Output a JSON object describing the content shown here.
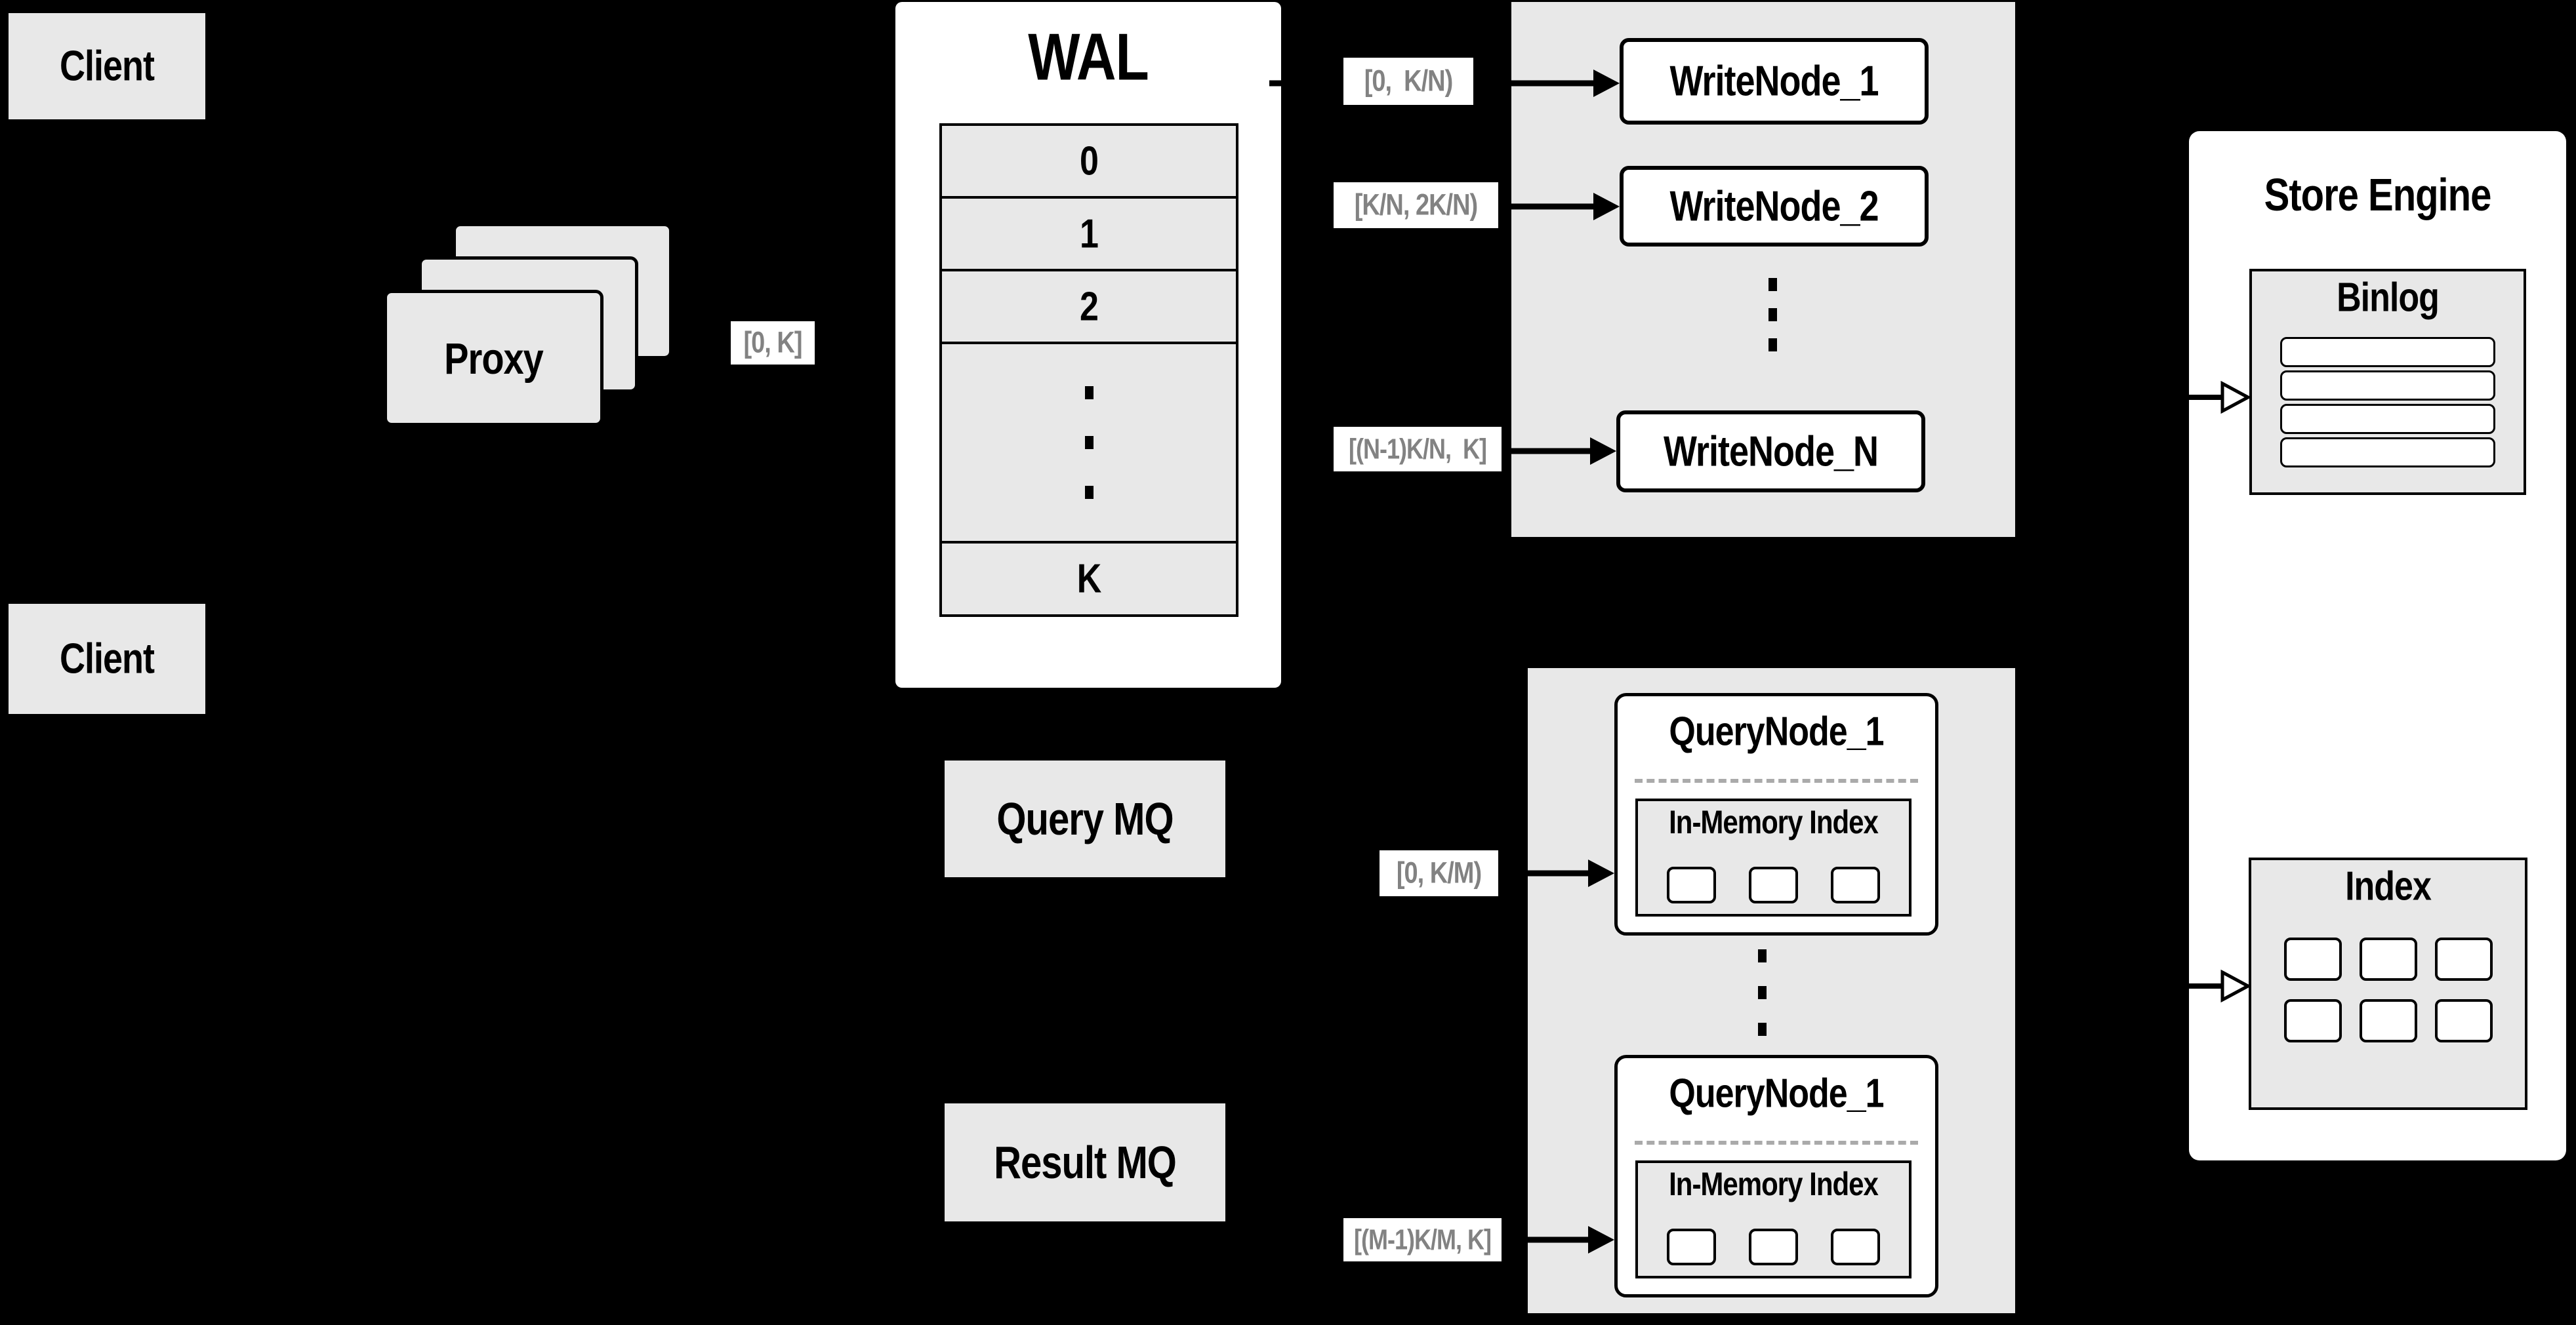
{
  "clients": {
    "top_label": "Client",
    "bottom_label": "Client"
  },
  "proxy": {
    "label": "Proxy"
  },
  "wal": {
    "title": "WAL",
    "rows": [
      "0",
      "1",
      "2"
    ],
    "last_row": "K"
  },
  "range_labels": {
    "proxy_out": "[0, K]",
    "to_write_node_1": "[0,  K/N)",
    "to_write_node_2": "[K/N, 2K/N)",
    "to_write_node_n": "[(N-1)K/N,  K]",
    "to_query_node_1": "[0, K/M)",
    "to_query_node_m": "[(M-1)K/M, K]"
  },
  "write_cluster": {
    "node_1": "WriteNode_1",
    "node_2": "WriteNode_2",
    "node_n": "WriteNode_N"
  },
  "query_cluster": {
    "node_top": {
      "title": "QueryNode_1",
      "inner_title": "In-Memory Index"
    },
    "node_bottom": {
      "title": "QueryNode_1",
      "inner_title": "In-Memory Index"
    }
  },
  "queues": {
    "query_mq": "Query MQ",
    "result_mq": "Result MQ"
  },
  "store_engine": {
    "title": "Store Engine",
    "binlog": {
      "title": "Binlog"
    },
    "index": {
      "title": "Index"
    }
  },
  "palette": {
    "background": "#000000",
    "panel_gray": "#e8e8e8",
    "node_white": "#ffffff",
    "line_black": "#000000",
    "range_label_text": "#828282"
  }
}
